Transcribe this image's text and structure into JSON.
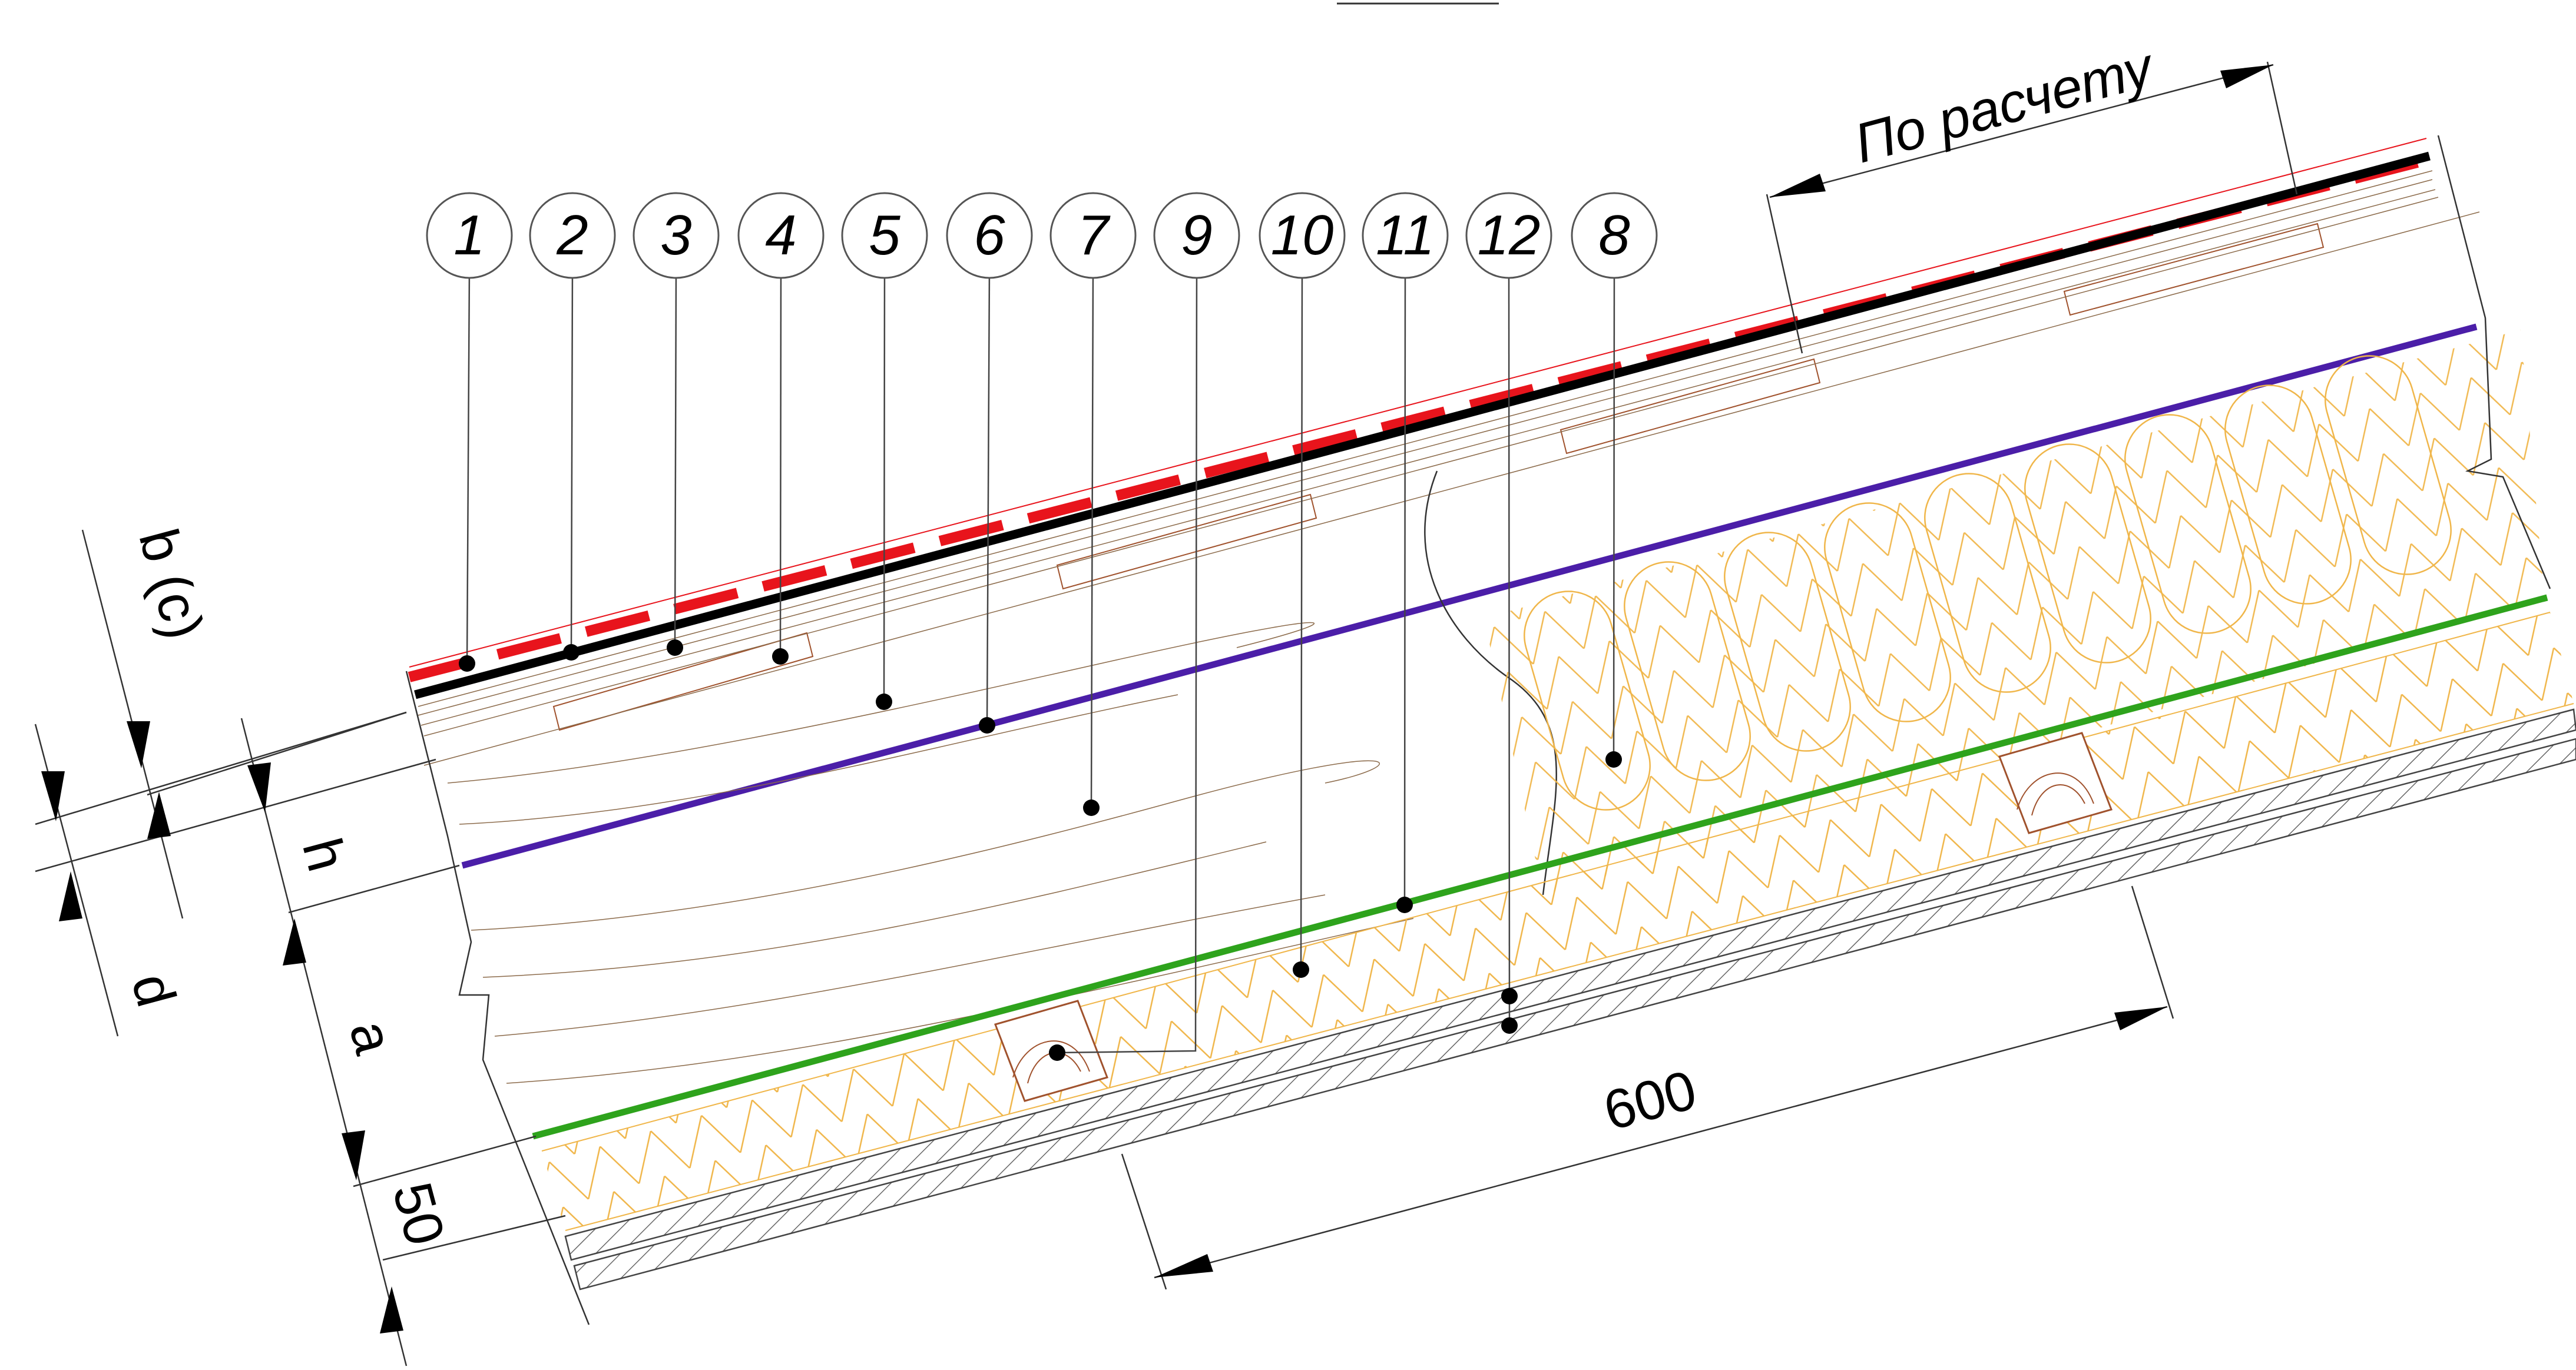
{
  "callouts": {
    "c1": "1",
    "c2": "2",
    "c3": "3",
    "c4": "4",
    "c5": "5",
    "c6": "6",
    "c7": "7",
    "c9": "9",
    "c10": "10",
    "c11": "11",
    "c12": "12",
    "c8": "8"
  },
  "dimensions": {
    "po_raschetu": "По расчету",
    "six_hundred": "600",
    "b_c": "b (c)",
    "h": "h",
    "d": "d",
    "a": "a",
    "fifty": "50"
  },
  "colors": {
    "roof_red": "#e8141c",
    "roof_black": "#000000",
    "membrane_purple": "#4b1ea8",
    "vapor_green": "#2ea31c",
    "insulation": "#f0b64a",
    "wood": "#a0522d"
  }
}
